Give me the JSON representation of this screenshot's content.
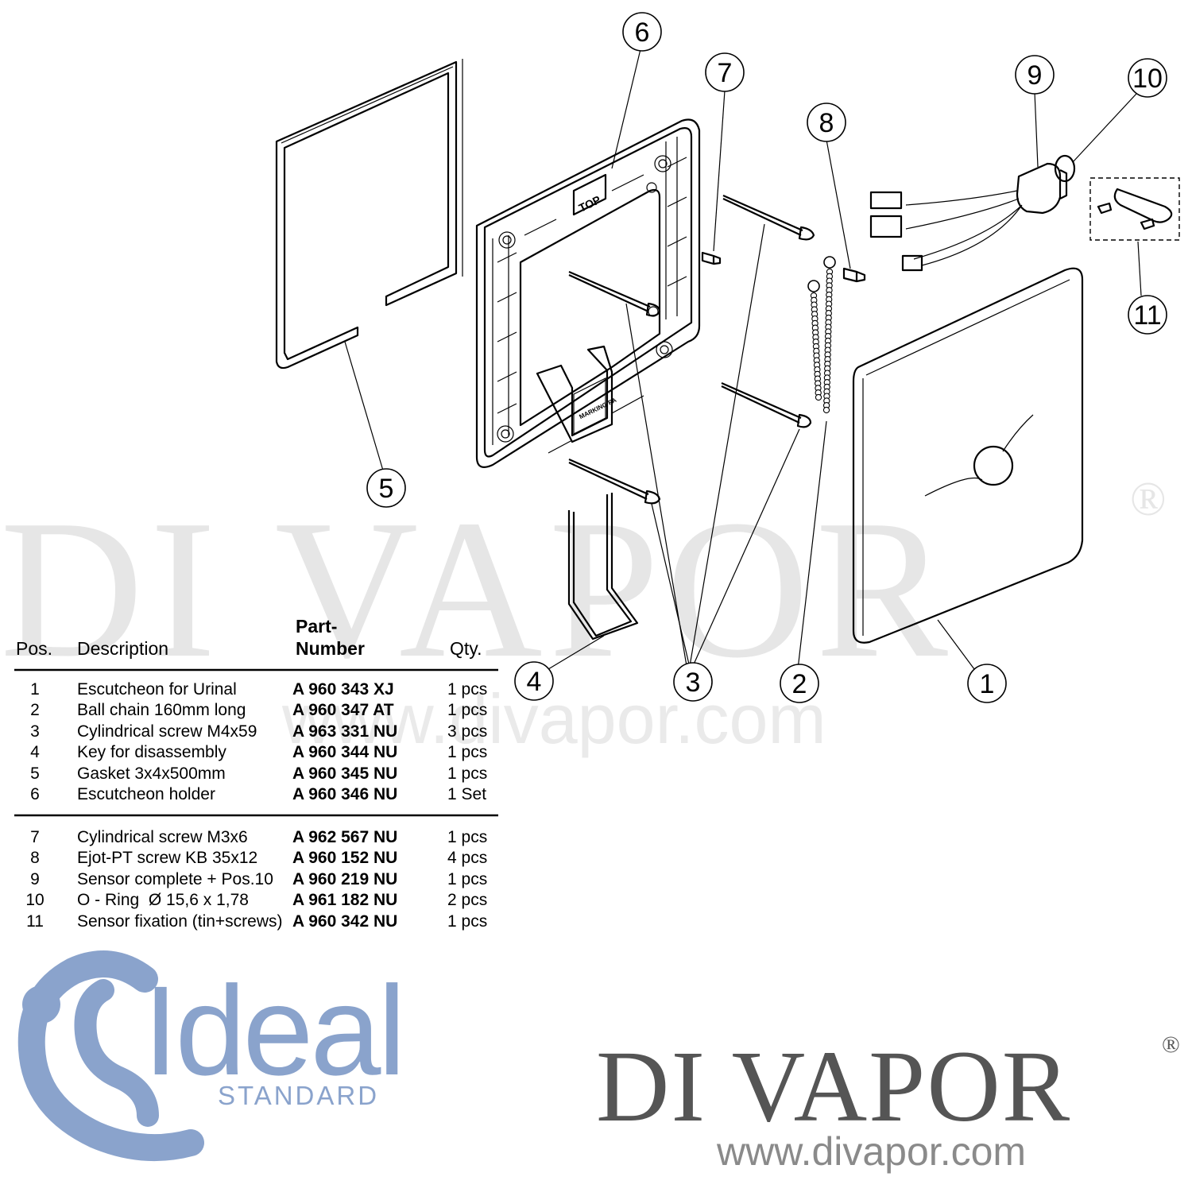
{
  "watermark": {
    "brand": "DI VAPOR",
    "registered": "®",
    "url": "www.divapor.com"
  },
  "diagram": {
    "callouts": [
      "1",
      "2",
      "3",
      "4",
      "5",
      "6",
      "7",
      "8",
      "9",
      "10",
      "11"
    ],
    "part_labels": {
      "top_tab": "TOP",
      "marking": "MARKING PA"
    }
  },
  "parts_table": {
    "headers": {
      "pos": "Pos.",
      "description": "Description",
      "part_number_line1": "Part-",
      "part_number_line2": "Number",
      "qty": "Qty."
    },
    "rows": [
      {
        "pos": "1",
        "description": "Escutcheon for Urinal",
        "part_number": "A 960 343 XJ",
        "qty": "1 pcs"
      },
      {
        "pos": "2",
        "description": "Ball chain 160mm long",
        "part_number": "A 960 347 AT",
        "qty": "1 pcs"
      },
      {
        "pos": "3",
        "description": "Cylindrical screw M4x59",
        "part_number": "A 963 331 NU",
        "qty": "3 pcs"
      },
      {
        "pos": "4",
        "description": "Key for disassembly",
        "part_number": "A 960 344 NU",
        "qty": "1 pcs"
      },
      {
        "pos": "5",
        "description": "Gasket 3x4x500mm",
        "part_number": "A 960 345 NU",
        "qty": "1 pcs"
      },
      {
        "pos": "6",
        "description": "Escutcheon holder",
        "part_number": "A 960 346 NU",
        "qty": "1 Set"
      },
      {
        "pos": "7",
        "description": "Cylindrical screw M3x6",
        "part_number": "A 962 567 NU",
        "qty": "1 pcs"
      },
      {
        "pos": "8",
        "description": "Ejot-PT screw KB 35x12",
        "part_number": "A 960 152 NU",
        "qty": "4 pcs"
      },
      {
        "pos": "9",
        "description": "Sensor complete + Pos.10",
        "part_number": "A 960 219 NU",
        "qty": "1 pcs"
      },
      {
        "pos": "10",
        "description": "O - Ring  Ø 15,6 x 1,78",
        "part_number": "A 961 182 NU",
        "qty": "2 pcs"
      },
      {
        "pos": "11",
        "description": "Sensor fixation (tin+screws)",
        "part_number": "A 960 342 NU",
        "qty": "1 pcs"
      }
    ]
  },
  "logos": {
    "ideal_standard": {
      "word": "Ideal",
      "sub": "STANDARD"
    },
    "divapor": {
      "name": "DI VAPOR",
      "registered": "®",
      "url": "www.divapor.com"
    }
  },
  "colors": {
    "ideal_blue": "#8aa3cc",
    "brand_grey": "#555555",
    "watermark": "#e6e6e6"
  }
}
